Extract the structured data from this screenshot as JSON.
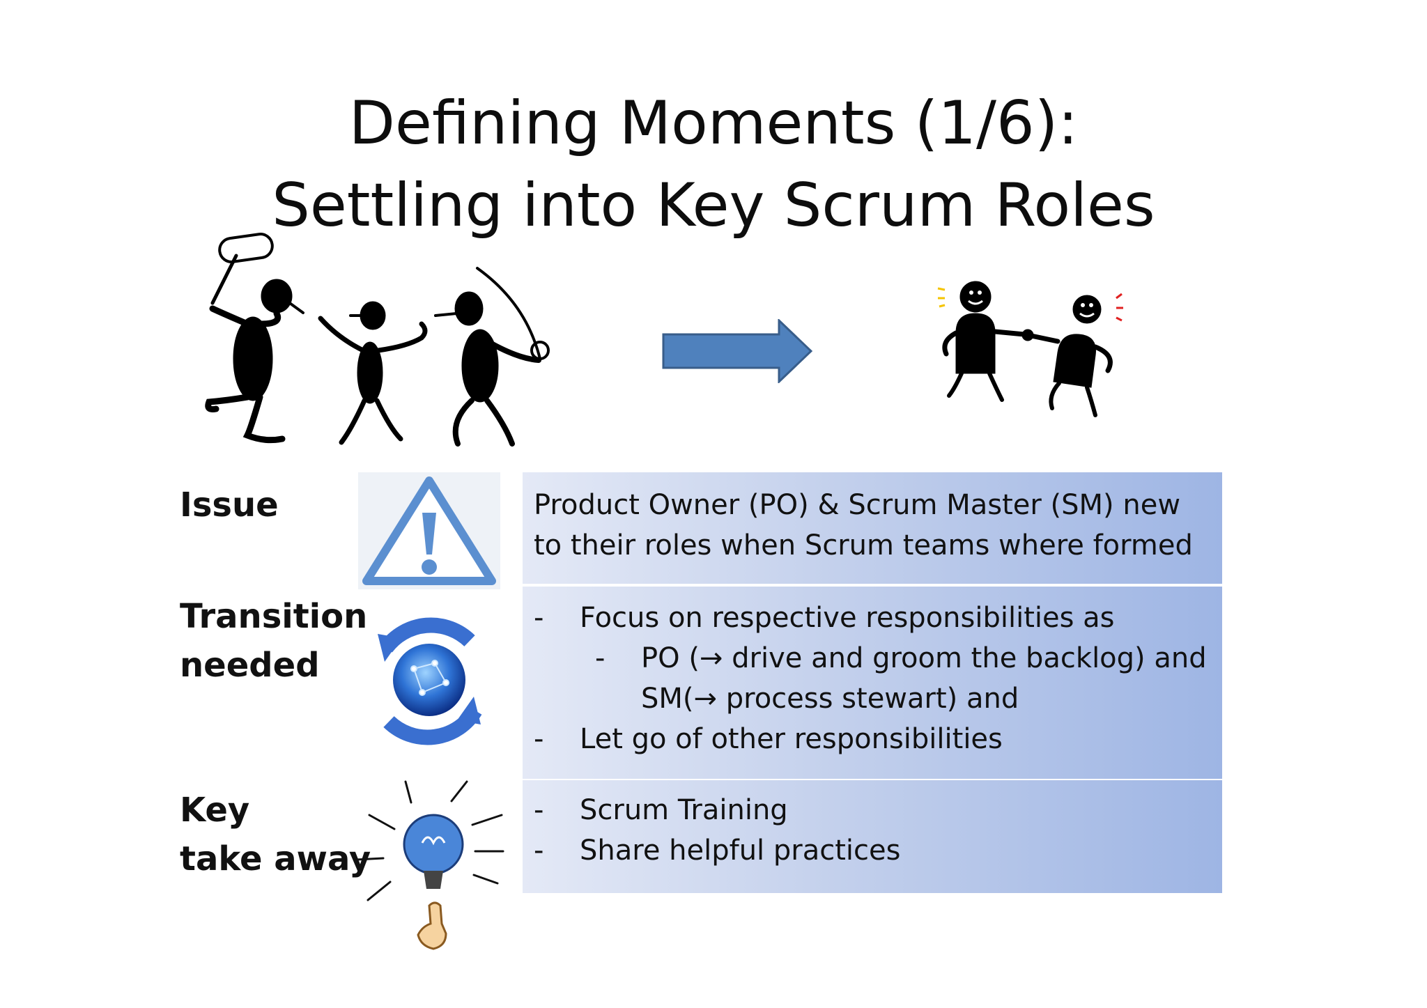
{
  "title": {
    "line1": "Defining Moments (1/6):",
    "line2": "Settling into Key Scrum Roles"
  },
  "illustrations": {
    "left": "fighting-stick-figures",
    "arrow": "right-arrow",
    "right": "shaking-hands-figures"
  },
  "rows": {
    "issue": {
      "label": "Issue",
      "icon": "warning-icon",
      "lines": [
        "Product Owner (PO) & Scrum Master (SM) new",
        "to their roles when Scrum teams where formed"
      ]
    },
    "transition": {
      "label_line1": "Transition",
      "label_line2": "needed",
      "icon": "refresh-globe-icon",
      "bullet1": "Focus on respective responsibilities as",
      "sub_bullet_line1": "PO (→ drive and groom the backlog) and",
      "sub_bullet_line2": "SM(→ process stewart) and",
      "bullet2": "Let go of other responsibilities"
    },
    "takeaway": {
      "label_line1": "Key",
      "label_line2": "take away",
      "icon": "lightbulb-idea-icon",
      "bullet1": "Scrum Training",
      "bullet2": "Share helpful practices"
    }
  },
  "dash": "-",
  "colors": {
    "panel_left": "#e4e9f6",
    "panel_right": "#9eb5e4",
    "arrow_fill": "#4f81bd",
    "warning_blue": "#5b8fd0"
  }
}
